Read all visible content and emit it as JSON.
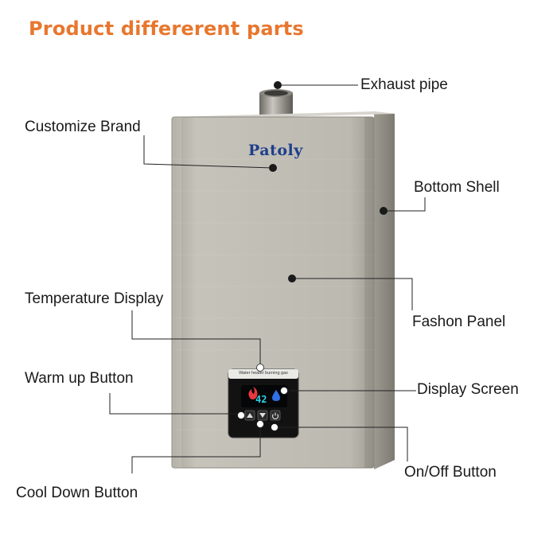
{
  "title": "Product differerent parts",
  "brand": "Patoly",
  "control_panel": {
    "caption": "Water heater burning gas",
    "temperature": "42"
  },
  "callouts": {
    "exhaust_pipe": "Exhaust pipe",
    "customize_brand": "Customize Brand",
    "bottom_shell": "Bottom Shell",
    "fashon_panel": "Fashon Panel",
    "temperature_display": "Temperature Display",
    "warm_up_button": "Warm up Button",
    "display_screen": "Display Screen",
    "on_off_button": "On/Off Button",
    "cool_down_button": "Cool Down Button"
  },
  "colors": {
    "title": "#e8772e",
    "panel": "#b9b6ac",
    "brand": "#1f3f8c",
    "display_digits": "#2fd0e8"
  },
  "icons": [
    "up-triangle-icon",
    "down-triangle-icon",
    "power-icon",
    "flame-icon",
    "water-drop-icon"
  ]
}
